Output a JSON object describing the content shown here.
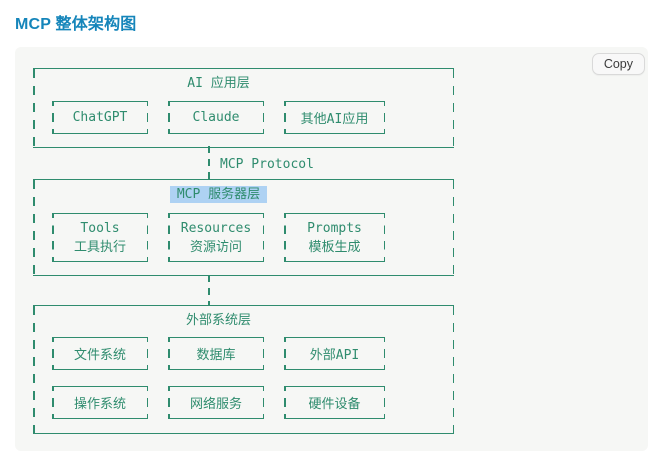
{
  "page": {
    "title": "MCP 整体架构图",
    "copy_label": "Copy"
  },
  "colors": {
    "diagram_line": "#2f8c6e",
    "title_text": "#1585ba",
    "selection_highlight": "#aed2f3",
    "codeblock_background": "#f6f7f5"
  },
  "diagram": {
    "protocol_label": "MCP Protocol",
    "layers": [
      {
        "label": "AI 应用层",
        "boxes": [
          {
            "lines": [
              "ChatGPT"
            ]
          },
          {
            "lines": [
              "Claude"
            ]
          },
          {
            "lines": [
              "其他AI应用"
            ]
          }
        ]
      },
      {
        "label": "MCP 服务器层",
        "highlighted": true,
        "boxes": [
          {
            "lines": [
              "Tools",
              "工具执行"
            ]
          },
          {
            "lines": [
              "Resources",
              "资源访问"
            ]
          },
          {
            "lines": [
              "Prompts",
              "模板生成"
            ]
          }
        ]
      },
      {
        "label": "外部系统层",
        "boxes": [
          {
            "lines": [
              "文件系统"
            ]
          },
          {
            "lines": [
              "数据库"
            ]
          },
          {
            "lines": [
              "外部API"
            ]
          },
          {
            "lines": [
              "操作系统"
            ]
          },
          {
            "lines": [
              "网络服务"
            ]
          },
          {
            "lines": [
              "硬件设备"
            ]
          }
        ]
      }
    ]
  }
}
